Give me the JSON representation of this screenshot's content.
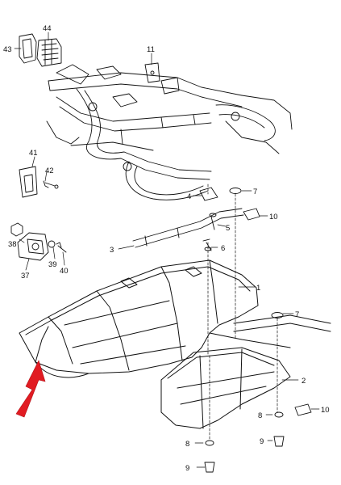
{
  "diagram": {
    "callouts": [
      {
        "id": "c43",
        "text": "43"
      },
      {
        "id": "c44",
        "text": "44"
      },
      {
        "id": "c11",
        "text": "11"
      },
      {
        "id": "c41",
        "text": "41"
      },
      {
        "id": "c42",
        "text": "42"
      },
      {
        "id": "c38",
        "text": "38"
      },
      {
        "id": "c39",
        "text": "39"
      },
      {
        "id": "c40",
        "text": "40"
      },
      {
        "id": "c37",
        "text": "37"
      },
      {
        "id": "c4",
        "text": "4"
      },
      {
        "id": "c7a",
        "text": "7"
      },
      {
        "id": "c5",
        "text": "5"
      },
      {
        "id": "c10a",
        "text": "10"
      },
      {
        "id": "c3",
        "text": "3"
      },
      {
        "id": "c6",
        "text": "6"
      },
      {
        "id": "c1",
        "text": "1"
      },
      {
        "id": "c7b",
        "text": "7"
      },
      {
        "id": "c2",
        "text": "2"
      },
      {
        "id": "c10b",
        "text": "10"
      },
      {
        "id": "c8a",
        "text": "8"
      },
      {
        "id": "c9a",
        "text": "9"
      },
      {
        "id": "c8b",
        "text": "8"
      },
      {
        "id": "c9b",
        "text": "9"
      }
    ],
    "arrow_color": "#e11b22",
    "line_color": "#111111",
    "watermark_color": "#d24a4a"
  }
}
